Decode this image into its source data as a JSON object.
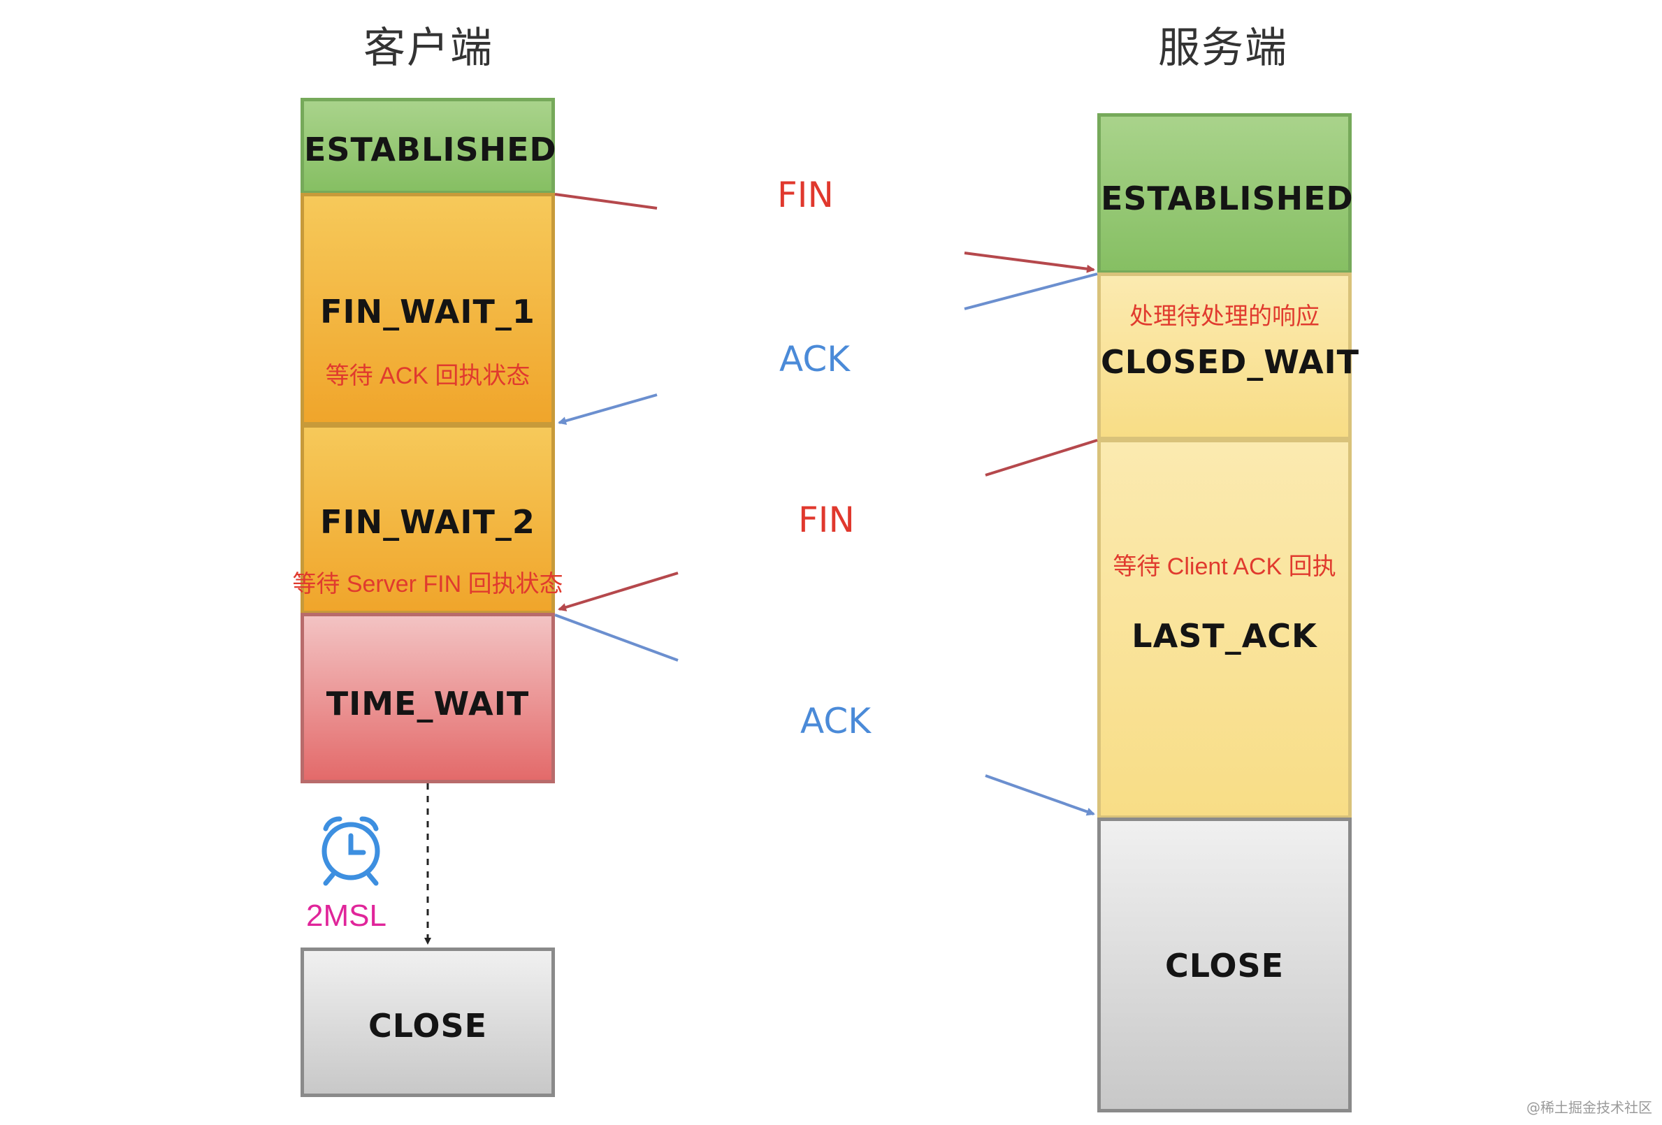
{
  "client": {
    "title": "客户端",
    "states": {
      "established": "ESTABLISHED",
      "fin_wait_1": "FIN_WAIT_1",
      "fin_wait_1_note": "等待 ACK 回执状态",
      "fin_wait_2": "FIN_WAIT_2",
      "fin_wait_2_note": "等待 Server FIN 回执状态",
      "time_wait": "TIME_WAIT",
      "close": "CLOSE"
    },
    "timer_label": "2MSL"
  },
  "server": {
    "title": "服务端",
    "states": {
      "established": "ESTABLISHED",
      "closed_wait_note": "处理待处理的响应",
      "closed_wait": "CLOSED_WAIT",
      "last_ack_note": "等待 Client ACK 回执",
      "last_ack": "LAST_ACK",
      "close": "CLOSE"
    }
  },
  "messages": {
    "fin1": "FIN",
    "ack1": "ACK",
    "fin2": "FIN",
    "ack2": "ACK"
  },
  "colors": {
    "fin_arrow": "#b5484c",
    "ack_arrow": "#6b8fcf",
    "timer_icon": "#3d8fe0"
  },
  "icons": {
    "timer": "alarm-clock-icon"
  },
  "watermark": "@稀土掘金技术社区"
}
